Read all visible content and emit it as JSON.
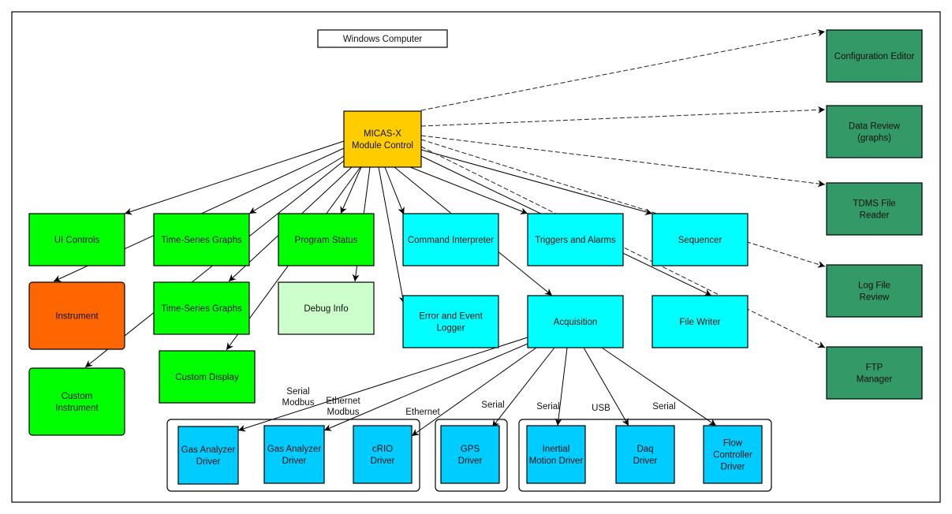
{
  "diagram": {
    "title_label": "Windows Computer",
    "colors": {
      "core": "#ffcc00",
      "ui_module": "#00ff00",
      "debug": "#ccffcc",
      "instrument": "#ff6600",
      "service": "#00ffff",
      "driver": "#00ccff",
      "tool": "#339966"
    },
    "nodes": [
      {
        "id": "title",
        "label": [
          "Windows Computer"
        ],
        "kind": "title"
      },
      {
        "id": "micas",
        "label": [
          "MICAS-X",
          "Module Control"
        ],
        "kind": "core"
      },
      {
        "id": "ui-controls",
        "label": [
          "UI Controls"
        ],
        "kind": "ui_module"
      },
      {
        "id": "ts-graphs-1",
        "label": [
          "Time-Series Graphs"
        ],
        "kind": "ui_module"
      },
      {
        "id": "program-status",
        "label": [
          "Program Status"
        ],
        "kind": "ui_module"
      },
      {
        "id": "instrument",
        "label": [
          "Instrument"
        ],
        "kind": "instrument"
      },
      {
        "id": "ts-graphs-2",
        "label": [
          "Time-Series Graphs"
        ],
        "kind": "ui_module"
      },
      {
        "id": "debug-info",
        "label": [
          "Debug Info"
        ],
        "kind": "debug"
      },
      {
        "id": "custom-display",
        "label": [
          "Custom Display"
        ],
        "kind": "ui_module"
      },
      {
        "id": "custom-instrument",
        "label": [
          "Custom",
          "Instrument"
        ],
        "kind": "ui_module"
      },
      {
        "id": "command-interpreter",
        "label": [
          "Command Interpreter"
        ],
        "kind": "service"
      },
      {
        "id": "triggers-alarms",
        "label": [
          "Triggers and Alarms"
        ],
        "kind": "service"
      },
      {
        "id": "sequencer",
        "label": [
          "Sequencer"
        ],
        "kind": "service"
      },
      {
        "id": "error-logger",
        "label": [
          "Error and Event",
          "Logger"
        ],
        "kind": "service"
      },
      {
        "id": "acquisition",
        "label": [
          "Acquisition"
        ],
        "kind": "service"
      },
      {
        "id": "file-writer",
        "label": [
          "File Writer"
        ],
        "kind": "service"
      },
      {
        "id": "config-editor",
        "label": [
          "Configuration Editor"
        ],
        "kind": "tool"
      },
      {
        "id": "data-review",
        "label": [
          "Data Review",
          "(graphs)"
        ],
        "kind": "tool"
      },
      {
        "id": "tdms-reader",
        "label": [
          "TDMS File",
          "Reader"
        ],
        "kind": "tool"
      },
      {
        "id": "log-review",
        "label": [
          "Log File",
          "Review"
        ],
        "kind": "tool"
      },
      {
        "id": "ftp-manager",
        "label": [
          "FTP",
          "Manager"
        ],
        "kind": "tool"
      },
      {
        "id": "gas-analyzer-1",
        "label": [
          "Gas Analyzer",
          "Driver"
        ],
        "kind": "driver"
      },
      {
        "id": "gas-analyzer-2",
        "label": [
          "Gas Analyzer",
          "Driver"
        ],
        "kind": "driver"
      },
      {
        "id": "crio-driver",
        "label": [
          "cRIO",
          "Driver"
        ],
        "kind": "driver"
      },
      {
        "id": "gps-driver",
        "label": [
          "GPS",
          "Driver"
        ],
        "kind": "driver"
      },
      {
        "id": "inertial-driver",
        "label": [
          "Inertial",
          "Motion Driver"
        ],
        "kind": "driver"
      },
      {
        "id": "daq-driver",
        "label": [
          "Daq",
          "Driver"
        ],
        "kind": "driver"
      },
      {
        "id": "flow-driver",
        "label": [
          "Flow",
          "Controller",
          "Driver"
        ],
        "kind": "driver"
      }
    ],
    "edges": [
      {
        "from": "micas",
        "to": "ui-controls",
        "style": "solid"
      },
      {
        "from": "micas",
        "to": "ts-graphs-1",
        "style": "solid"
      },
      {
        "from": "micas",
        "to": "program-status",
        "style": "solid"
      },
      {
        "from": "micas",
        "to": "instrument",
        "style": "solid"
      },
      {
        "from": "micas",
        "to": "ts-graphs-2",
        "style": "solid"
      },
      {
        "from": "micas",
        "to": "debug-info",
        "style": "solid"
      },
      {
        "from": "micas",
        "to": "custom-display",
        "style": "solid"
      },
      {
        "from": "micas",
        "to": "custom-instrument",
        "style": "solid"
      },
      {
        "from": "micas",
        "to": "command-interpreter",
        "style": "solid"
      },
      {
        "from": "micas",
        "to": "error-logger",
        "style": "solid"
      },
      {
        "from": "micas",
        "to": "triggers-alarms",
        "style": "solid"
      },
      {
        "from": "micas",
        "to": "acquisition",
        "style": "solid"
      },
      {
        "from": "micas",
        "to": "sequencer",
        "style": "solid"
      },
      {
        "from": "micas",
        "to": "file-writer",
        "style": "solid"
      },
      {
        "from": "micas",
        "to": "config-editor",
        "style": "dashed"
      },
      {
        "from": "micas",
        "to": "data-review",
        "style": "dashed"
      },
      {
        "from": "micas",
        "to": "tdms-reader",
        "style": "dashed"
      },
      {
        "from": "micas",
        "to": "log-review",
        "style": "dashed"
      },
      {
        "from": "micas",
        "to": "ftp-manager",
        "style": "dashed"
      },
      {
        "from": "acquisition",
        "to": "gas-analyzer-1",
        "style": "solid",
        "label": [
          "Serial",
          "Modbus"
        ]
      },
      {
        "from": "acquisition",
        "to": "gas-analyzer-2",
        "style": "solid",
        "label": [
          "Ethernet",
          "Modbus"
        ]
      },
      {
        "from": "acquisition",
        "to": "crio-driver",
        "style": "solid",
        "label": [
          "Ethernet"
        ]
      },
      {
        "from": "acquisition",
        "to": "gps-driver",
        "style": "solid",
        "label": [
          "Serial"
        ]
      },
      {
        "from": "acquisition",
        "to": "inertial-driver",
        "style": "solid",
        "label": [
          "Serial"
        ]
      },
      {
        "from": "acquisition",
        "to": "daq-driver",
        "style": "solid",
        "label": [
          "USB"
        ]
      },
      {
        "from": "acquisition",
        "to": "flow-driver",
        "style": "solid",
        "label": [
          "Serial"
        ]
      }
    ],
    "groups": [
      {
        "id": "ethernet-serial-drivers-group",
        "members": [
          "gas-analyzer-1",
          "gas-analyzer-2",
          "crio-driver"
        ]
      },
      {
        "id": "gps-group",
        "members": [
          "gps-driver"
        ]
      },
      {
        "id": "motion-daq-flow-group",
        "members": [
          "inertial-driver",
          "daq-driver",
          "flow-driver"
        ]
      }
    ]
  }
}
